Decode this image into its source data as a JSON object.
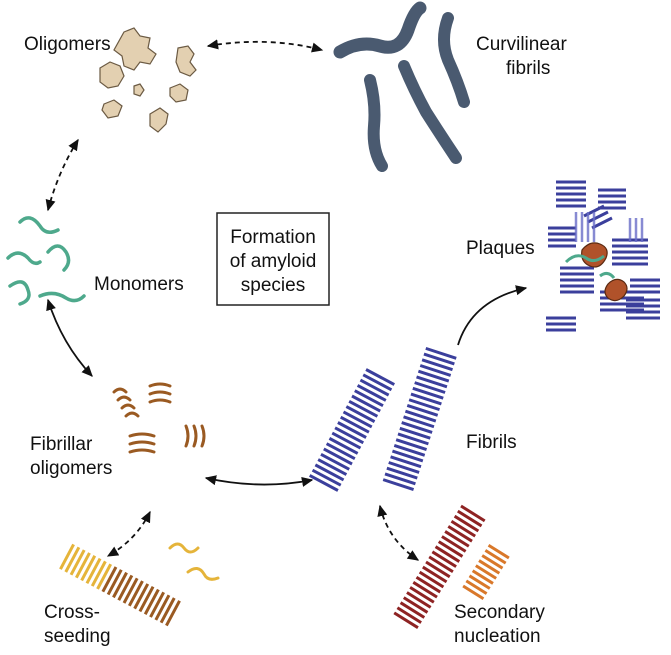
{
  "center": {
    "line1": "Formation",
    "line2": "of amyloid",
    "line3": "species"
  },
  "labels": {
    "oligomers": "Oligomers",
    "curvilinear1": "Curvilinear",
    "curvilinear2": "fibrils",
    "monomers": "Monomers",
    "plaques": "Plaques",
    "fibrillar1": "Fibrillar",
    "fibrillar2": "oligomers",
    "fibrils": "Fibrils",
    "cross1": "Cross-",
    "cross2": "seeding",
    "secondary1": "Secondary",
    "secondary2": "nucleation"
  },
  "colors": {
    "oligomer": "#e3d0b1",
    "curvilinear": "#4a5a70",
    "monomer": "#4ea98c",
    "fibril": "#3b3f9c",
    "fibrillar_oligomer": "#9a5a22",
    "cross_seed_light": "#e5b43a",
    "cross_seed_dark": "#9a5a22",
    "secondary_dark": "#8e2323",
    "secondary_light": "#d9782a",
    "plaque_core": "#b0522a"
  }
}
